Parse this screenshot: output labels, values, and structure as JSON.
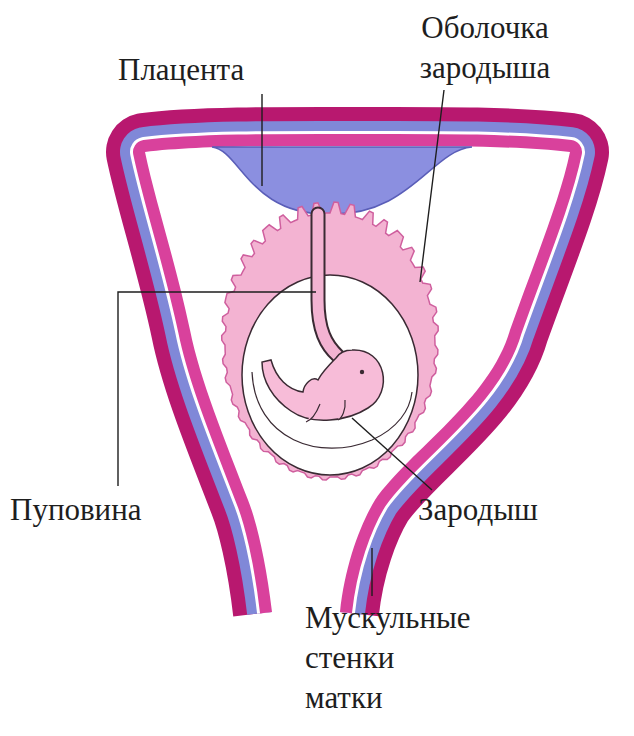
{
  "diagram": {
    "labels": [
      "Плацента",
      "Оболочка зародыша",
      "Пуповина",
      "Зародыш",
      "Мускульные стенки матки"
    ]
  }
}
